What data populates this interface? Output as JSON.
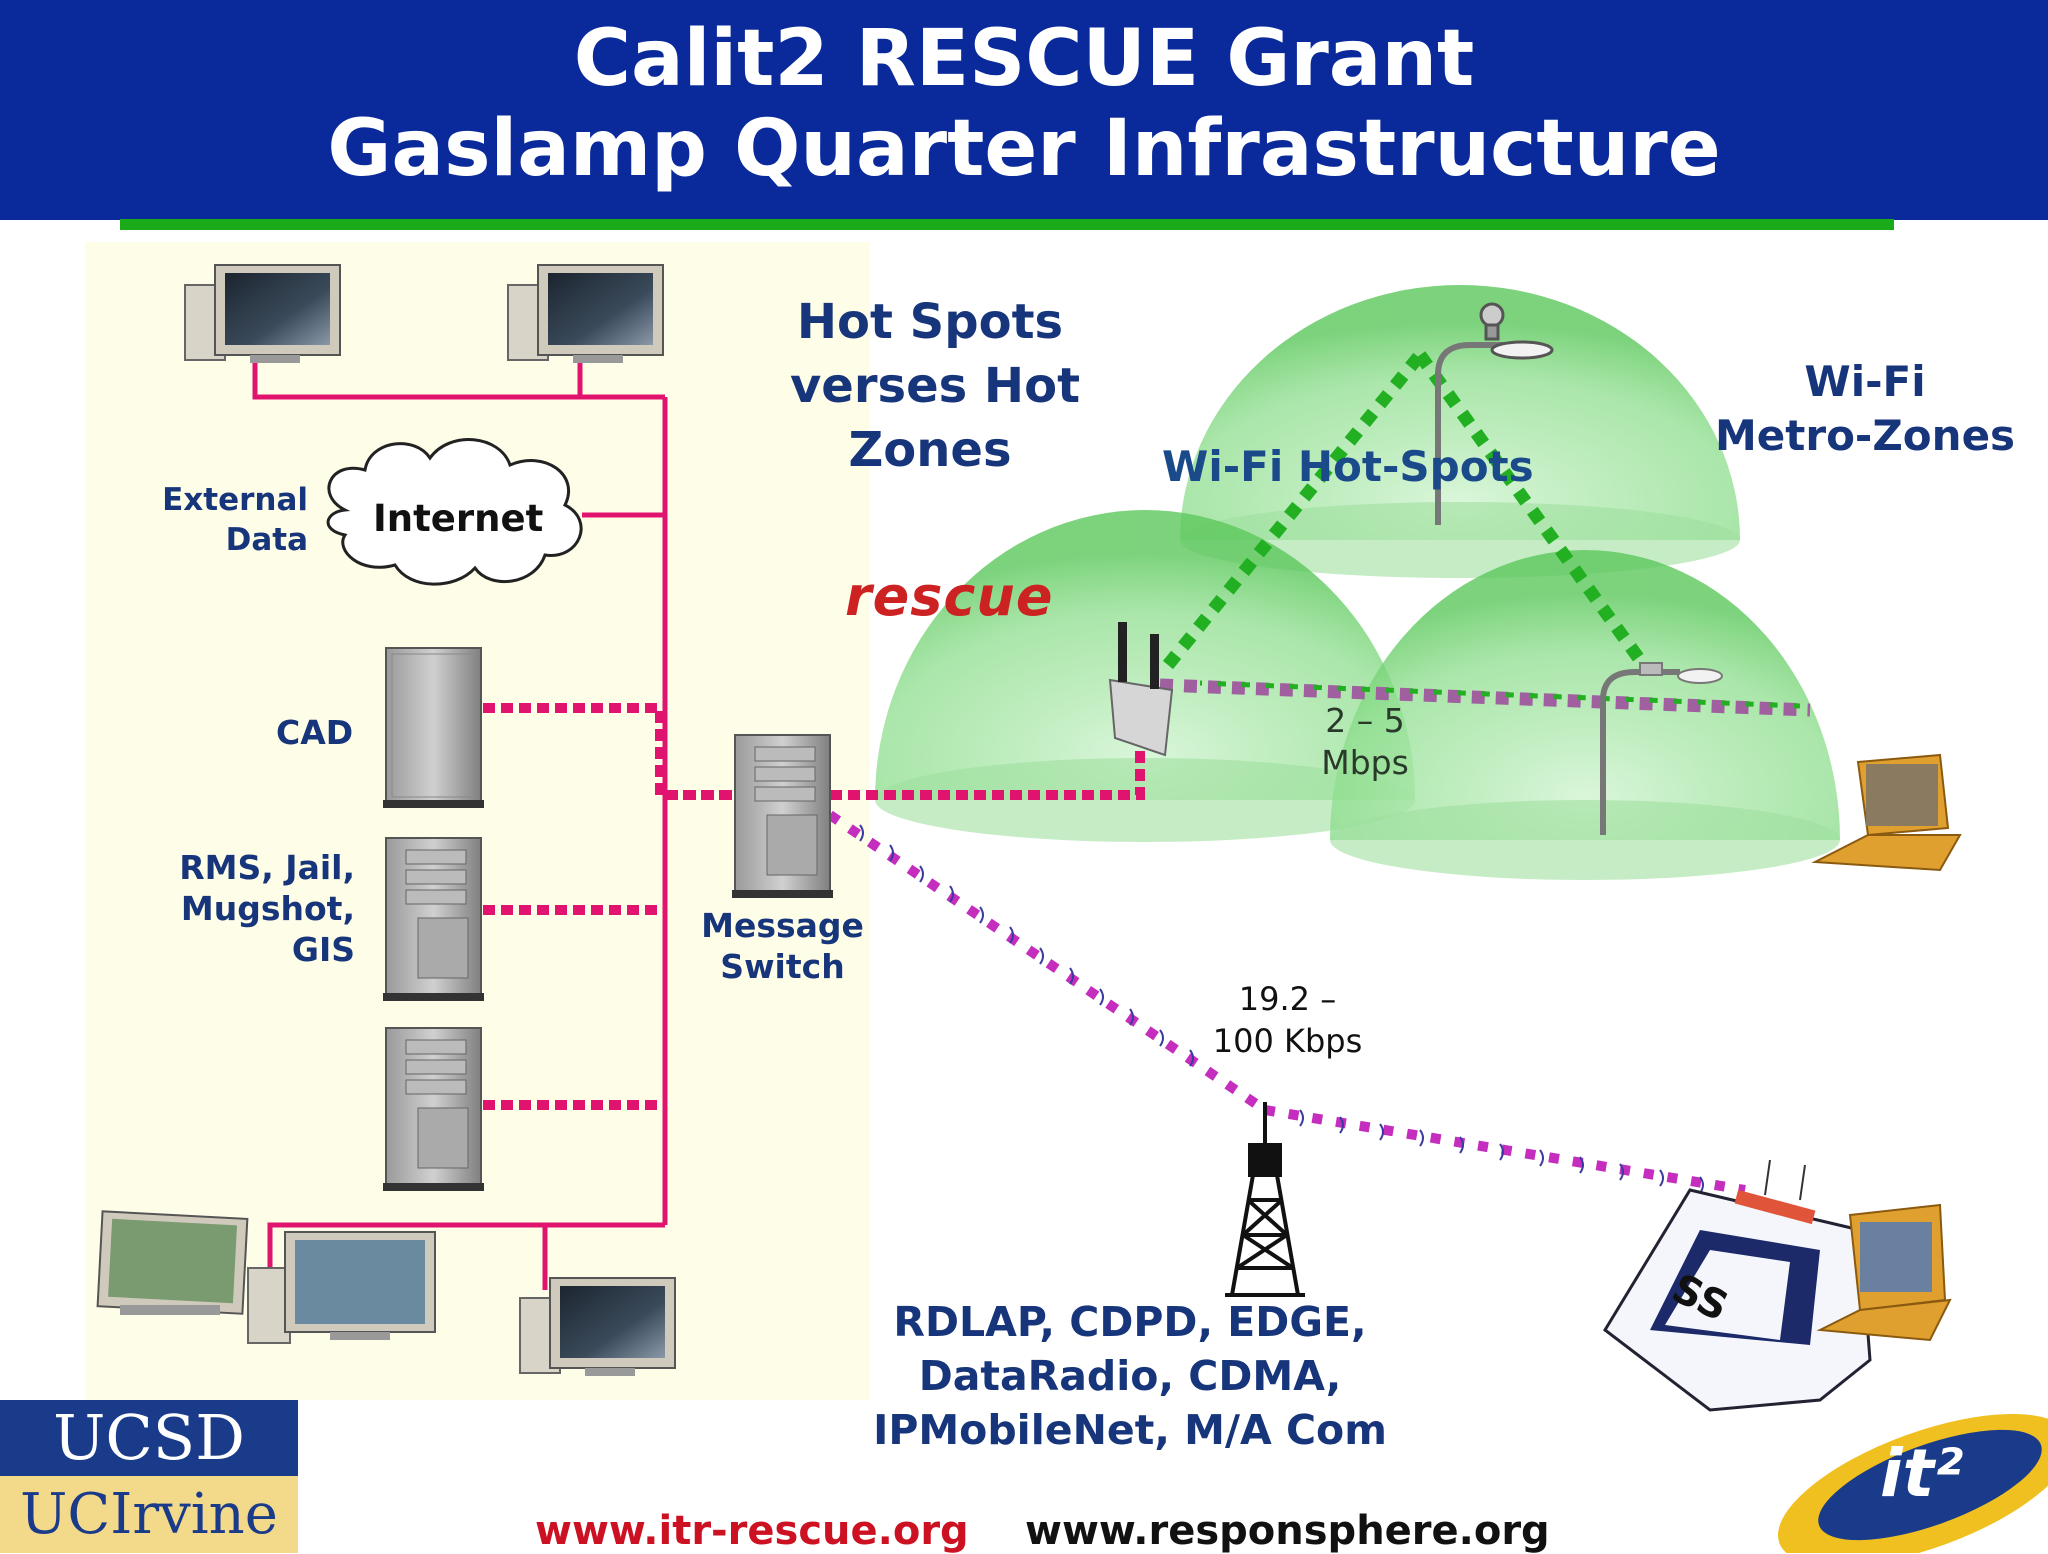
{
  "header": {
    "title_line1": "Calit2 RESCUE Grant",
    "title_line2": "Gaslamp Quarter Infrastructure"
  },
  "labels": {
    "hotspots_heading": [
      "Hot Spots",
      "verses Hot",
      "Zones"
    ],
    "wifi_metro": [
      "Wi-Fi",
      "Metro-Zones"
    ],
    "wifi_hotspots": "Wi-Fi Hot-Spots",
    "external_data": [
      "External",
      "Data"
    ],
    "internet": "Internet",
    "cad": "CAD",
    "rms": [
      "RMS, Jail,",
      "Mugshot,",
      "GIS"
    ],
    "message_switch": [
      "Message",
      "Switch"
    ],
    "wifi_speed": [
      "2 – 5",
      "Mbps"
    ],
    "radio_speed": [
      "19.2 –",
      "100 Kbps"
    ],
    "protocols": [
      "RDLAP, CDPD, EDGE,",
      "DataRadio, CDMA,",
      "IPMobileNet, M/A Com"
    ],
    "rescue_logo": "rescue",
    "car_text": "SS"
  },
  "footer": {
    "link1": "www.itr-rescue.org",
    "link2": "www.responsphere.org",
    "ucsd": "UCSD",
    "ucirvine": "UCIrvine",
    "it2_logo": "it²"
  },
  "colors": {
    "header_bg": "#0a2a9c",
    "accent_green": "#1aaa1a",
    "wired_line": "#e0146e",
    "wireless_dots": "#c42dbd",
    "wifi_green": "#22b022",
    "panel_bg": "#fefde8"
  }
}
